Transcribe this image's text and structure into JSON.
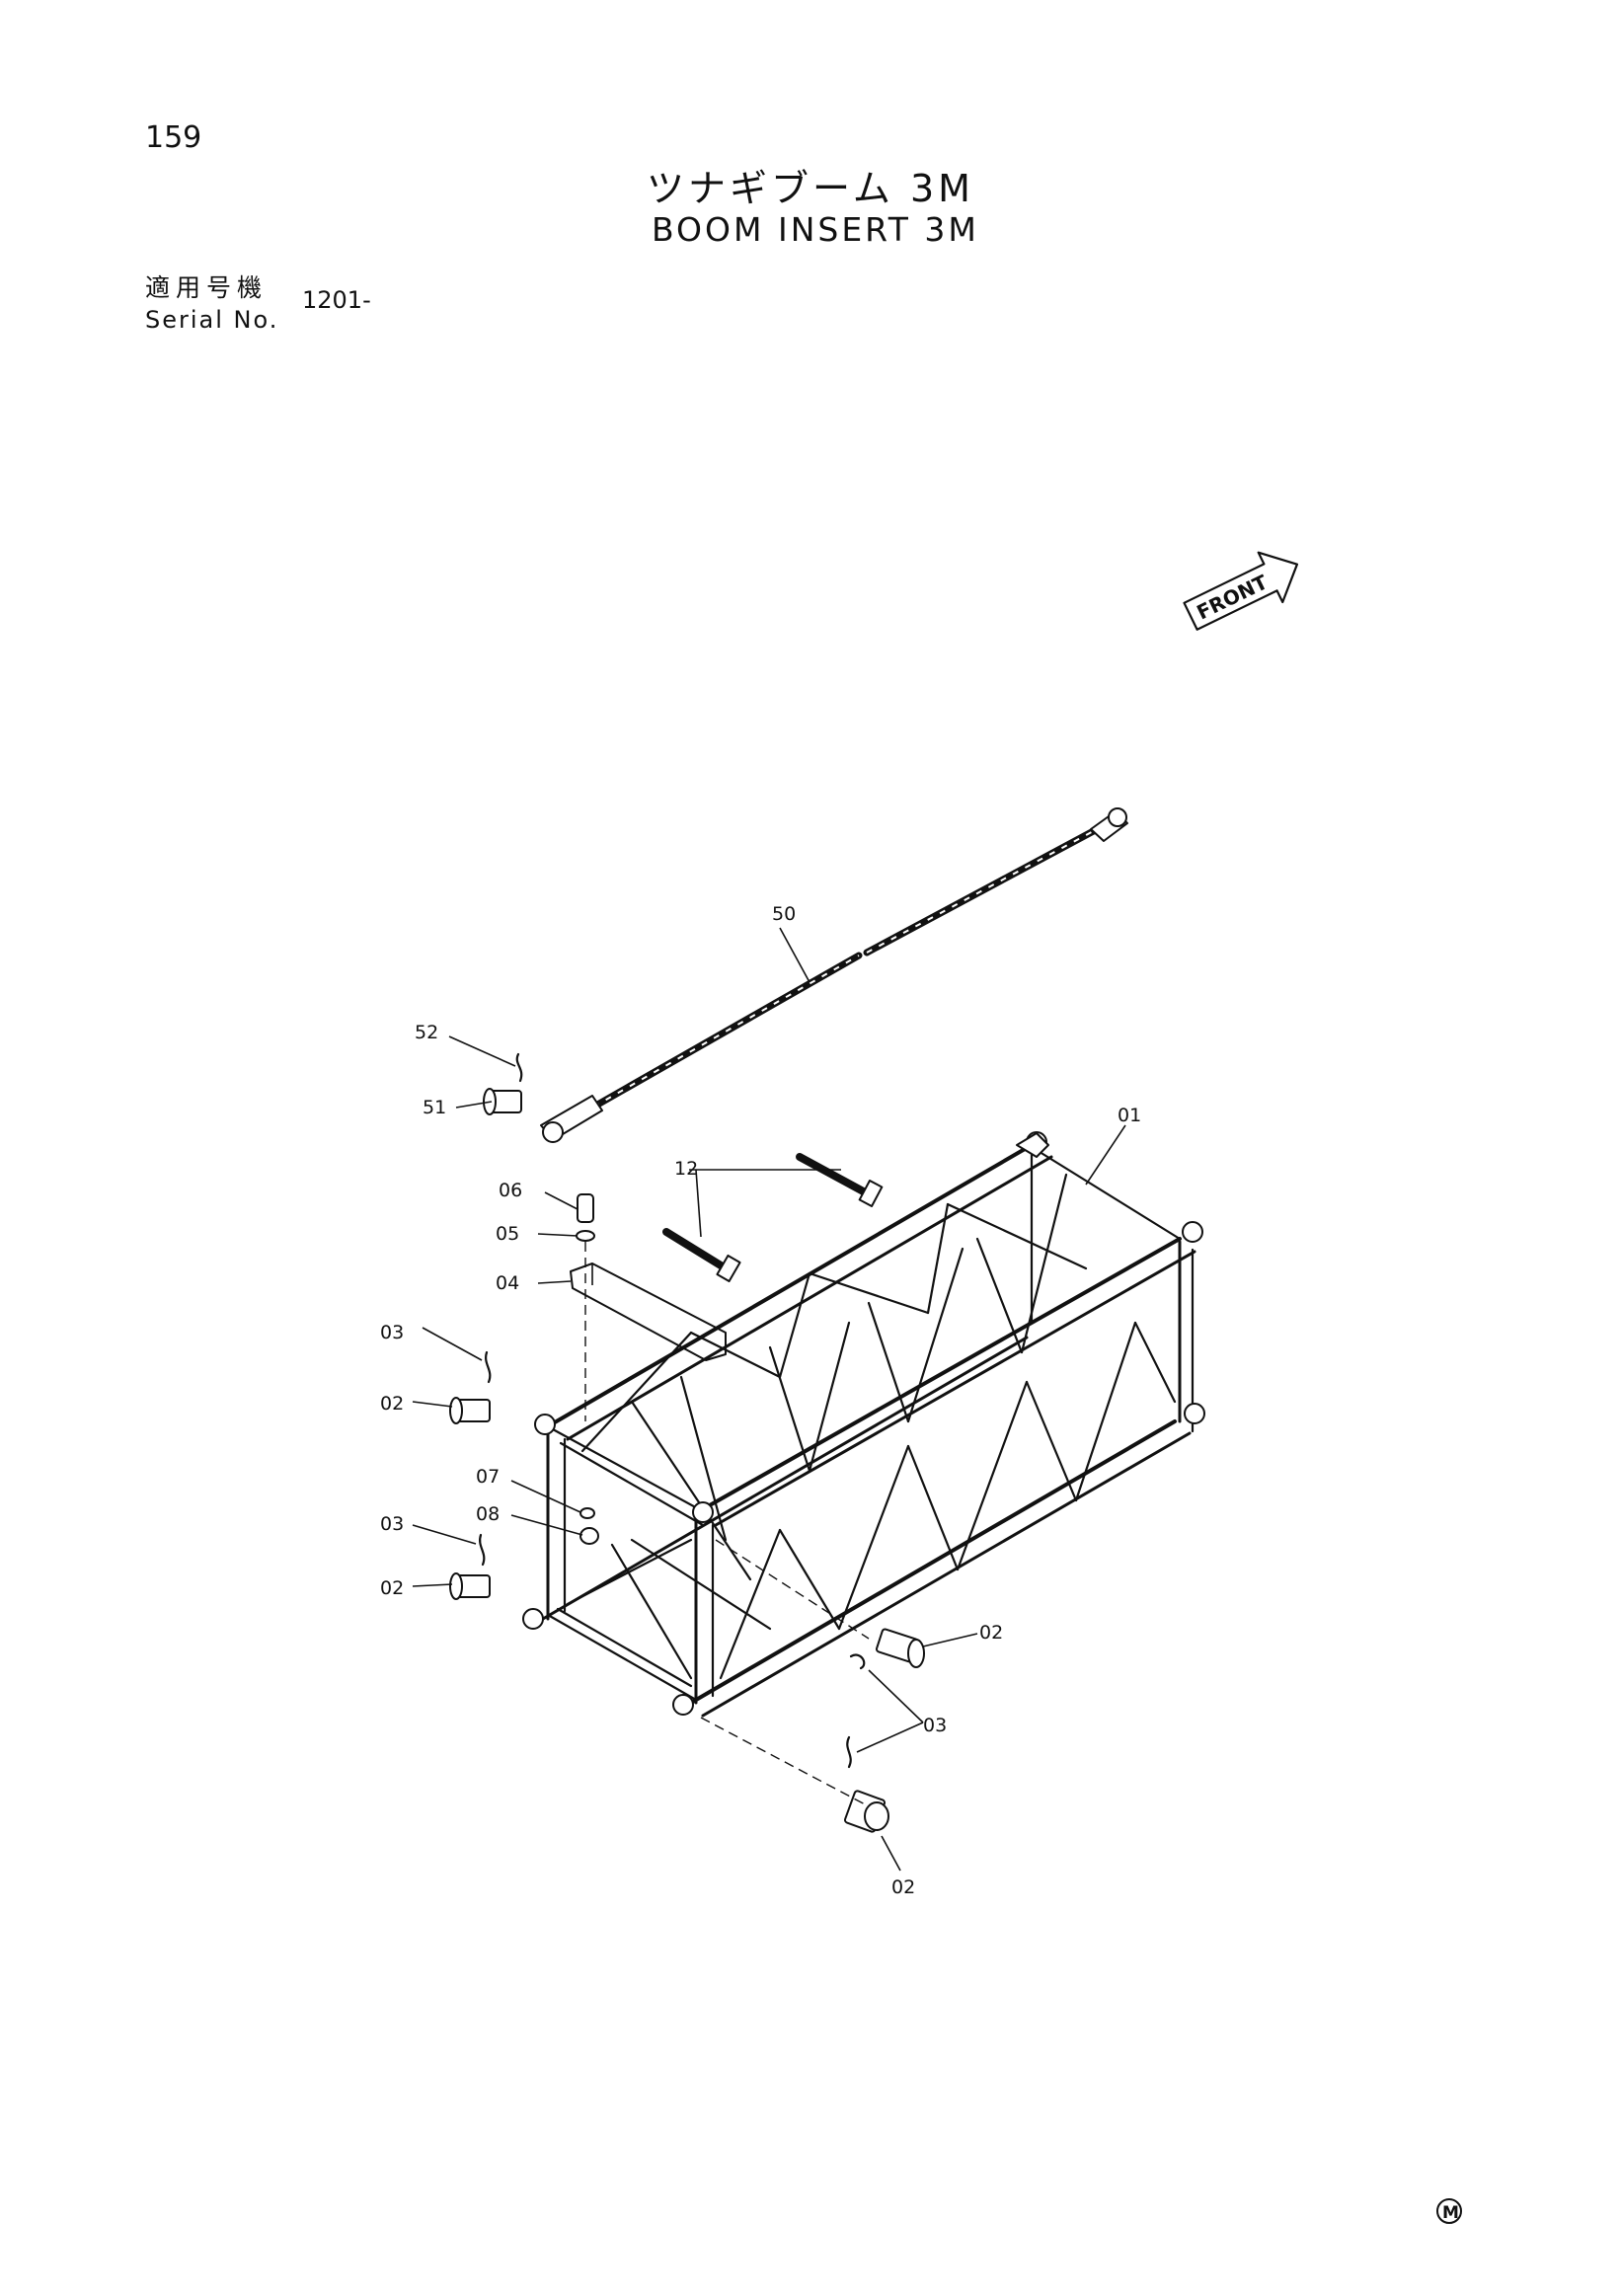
{
  "header": {
    "page_number": "159",
    "title_ja": "ツナギブーム 3M",
    "title_en": "BOOM INSERT 3M",
    "serial_label_ja": "適用号機",
    "serial_label_en": "Serial No.",
    "serial_value": "1201-"
  },
  "diagram": {
    "front_arrow_label": "FRONT",
    "footer_mark": "M",
    "callouts": {
      "c01": "01",
      "c02a": "02",
      "c02b": "02",
      "c02c": "02",
      "c02d": "02",
      "c03a": "03",
      "c03b": "03",
      "c03c": "03",
      "c04": "04",
      "c05": "05",
      "c06": "06",
      "c07": "07",
      "c08": "08",
      "c12": "12",
      "c50": "50",
      "c51": "51",
      "c52": "52"
    }
  }
}
